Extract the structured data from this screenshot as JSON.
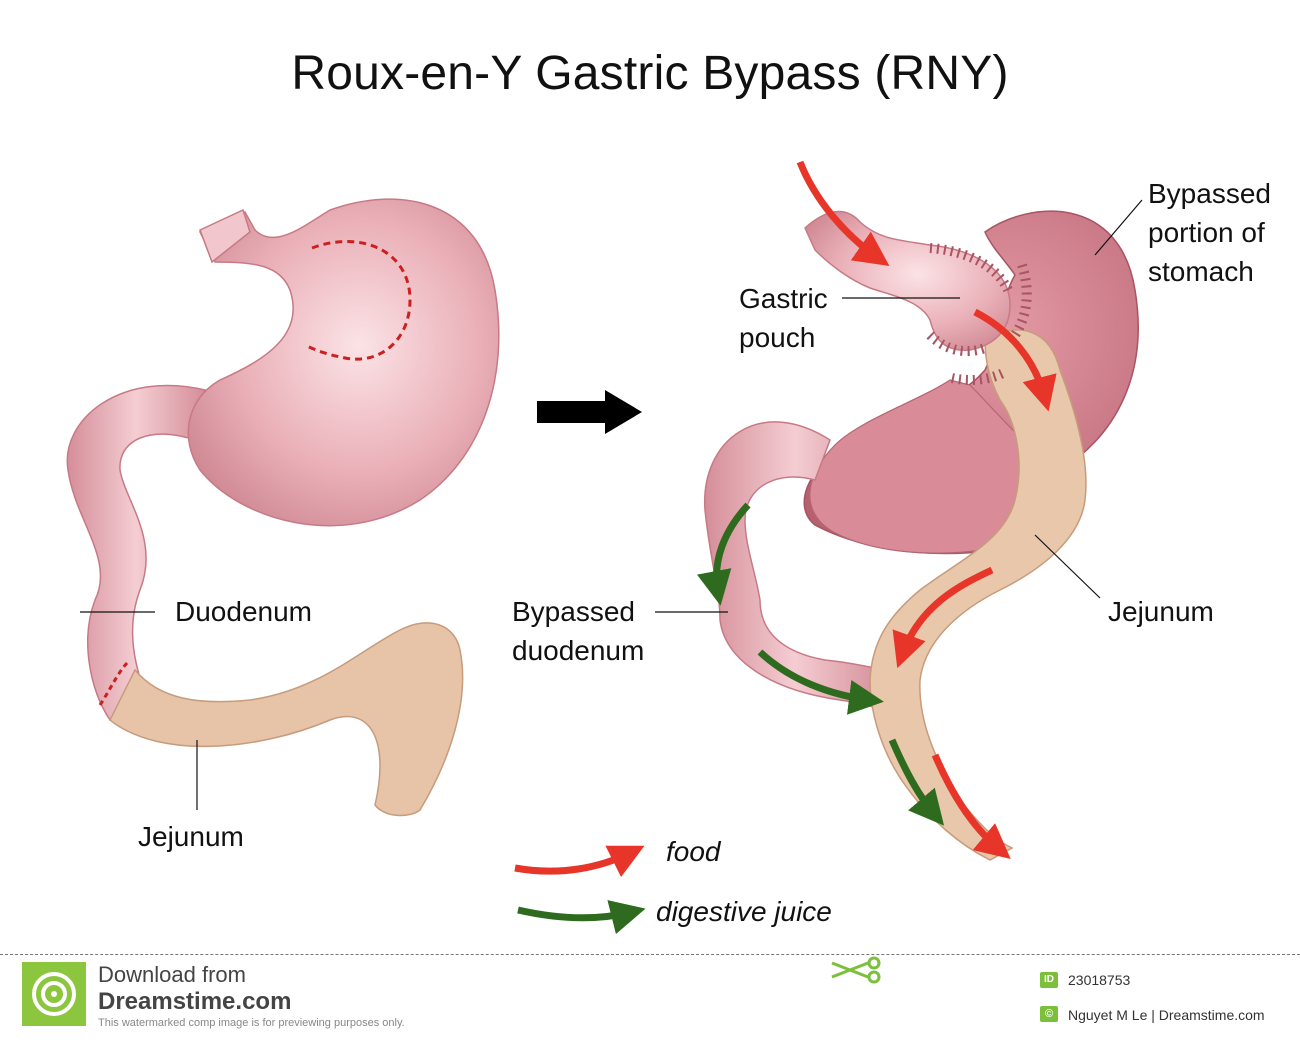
{
  "title": "Roux-en-Y Gastric Bypass (RNY)",
  "labels": {
    "left_duodenum": "Duodenum",
    "left_jejunum": "Jejunum",
    "gastric_pouch_line1": "Gastric",
    "gastric_pouch_line2": "pouch",
    "bypassed_stomach_line1": "Bypassed",
    "bypassed_stomach_line2": "portion of",
    "bypassed_stomach_line3": "stomach",
    "bypassed_duodenum_line1": "Bypassed",
    "bypassed_duodenum_line2": "duodenum",
    "right_jejunum": "Jejunum"
  },
  "legend": {
    "food": "food",
    "digestive_juice": "digestive juice"
  },
  "colors": {
    "stomach": "#e8a3ab",
    "stomach_dark": "#c77a86",
    "bypassed_stomach": "#c8727f",
    "jejunum": "#e6c2a6",
    "food_arrow": "#e8352a",
    "juice_arrow": "#2e6b1e",
    "cut_line": "#cc1f1f",
    "transition_arrow": "#000000"
  },
  "footer": {
    "download_text": "Download from",
    "site": "Dreamstime.com",
    "note": "This watermarked comp image is for previewing purposes only.",
    "id_badge": "ID",
    "id": "23018753",
    "copyright_badge": "©",
    "credit": "Nguyet M Le  |  Dreamstime.com"
  }
}
